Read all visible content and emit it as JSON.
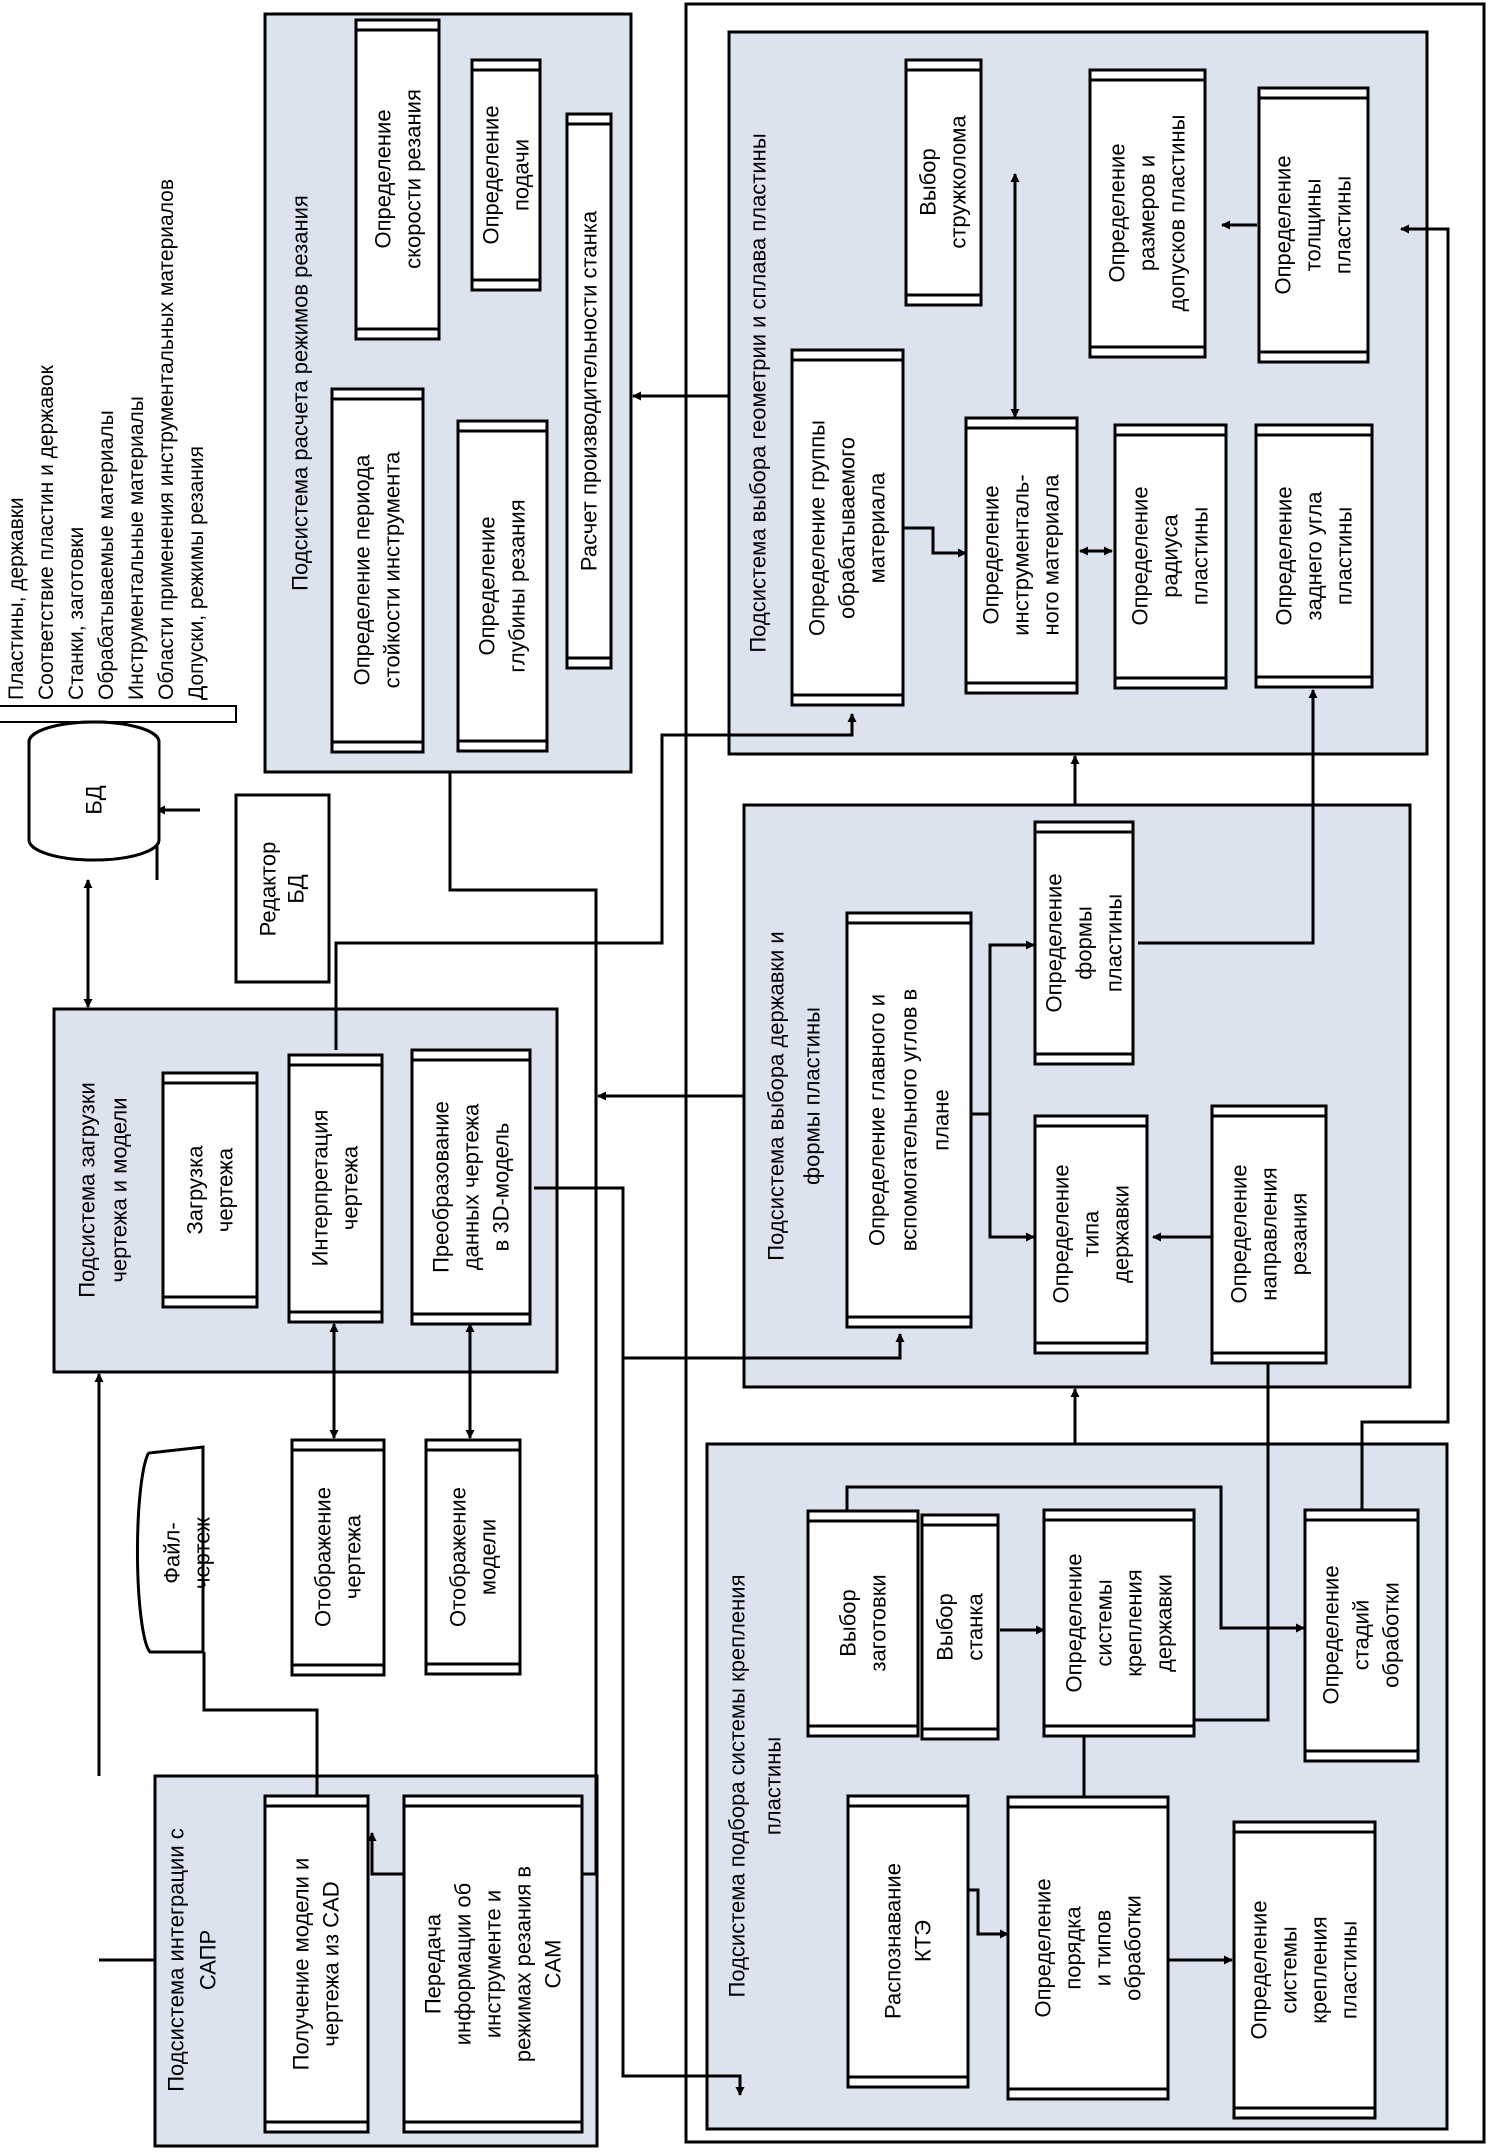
{
  "database": {
    "label": "БД",
    "contents": [
      "Пластины, державки",
      "Соответствие пластин и державок",
      "Станки, заготовки",
      "Обрабатываемые материалы",
      "Инструментальные материалы",
      "Области применения инструментальных материалов",
      "Допуски, режимы резания"
    ]
  },
  "db_editor": "Редактор\nБД",
  "file_drawing": "Файл-\nчертеж",
  "subsystems": {
    "cutting_modes": "Подсистема расчета режимов резания",
    "geometry": "Подсистема выбора геометрии и сплава пластины",
    "holder": "Подсистема выбора державки и\nформы пластины",
    "fixing": "Подсистема подбора системы крепления\nпластины",
    "loading": "Подсистема загрузки\nчертежа и модели",
    "cad": "Подсистема интеграции с\nСАПР"
  },
  "blocks": {
    "cutting_speed": "Определение\nскорости резания",
    "feed": "Определение\nподачи",
    "productivity": "Расчет производительности станка",
    "tool_life": "Определение периода\nстойкости инструмента",
    "cut_depth": "Определение\nглубины резания",
    "chip_breaker": "Выбор\nстружколома",
    "plate_sizes": "Определение\nразмеров и\nдопусков пластины",
    "plate_thickness": "Определение\nтолщины\nпластины",
    "workpiece_group": "Определение группы\nобрабатываемого\nматериала",
    "tool_material": "Определение\nинструменталь-\nного материала",
    "plate_radius": "Определение\nрадиуса\nпластины",
    "clearance_angle": "Определение\nзаднего угла\nпластины",
    "plan_angles": "Определение главного и\nвспомогательного углов в\nплане",
    "plate_shape": "Определение\nформы\nпластины",
    "holder_type": "Определение\nтипа\nдержавки",
    "cut_direction": "Определение\nнаправления\nрезания",
    "load_drawing": "Загрузка\nчертежа",
    "interpret_drawing": "Интерпретация\nчертежа",
    "convert_3d": "Преобразование\nданных чертежа\nв 3D-модель",
    "show_drawing": "Отображение\nчертежа",
    "show_model": "Отображение\nмодели",
    "get_model": "Получение модели и\nчертежа из CAD",
    "transfer_cam": "Передача\nинформации об\nинструменте и\nрежимах резания в\nCAM",
    "recognize_kte": "Распознавание\nКТЭ",
    "select_blank": "Выбор\nзаготовки",
    "select_machine": "Выбор\nстанка",
    "holder_fixing": "Определение\nсистемы\nкрепления\nдержавки",
    "machining_stages": "Определение\nстадий\nобработки",
    "machining_order": "Определение\nпорядка\nи типов\nобработки",
    "plate_fixing": "Определение\nсистемы\nкрепления\nпластины"
  }
}
